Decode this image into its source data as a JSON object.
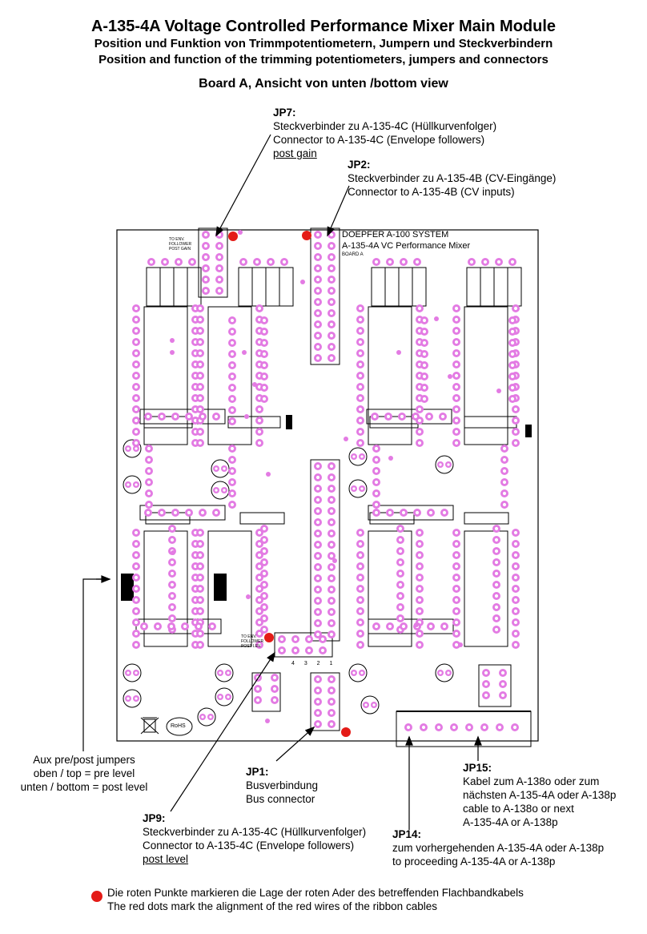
{
  "header": {
    "title": "A-135-4A Voltage Controlled Performance Mixer Main Module",
    "subtitle_de": "Position und Funktion von Trimmpotentiometern, Jumpern und Steckverbindern",
    "subtitle_en": "Position and function of the trimming potentiometers, jumpers and connectors",
    "view": "Board A, Ansicht von unten /bottom view"
  },
  "board": {
    "brand": "DOEPFER A-100 SYSTEM",
    "model": "A-135-4A VC Performance Mixer",
    "board_label": "BOARD A",
    "silk_top": [
      "TO ENV.",
      "FOLLOWER",
      "POST GAIN"
    ],
    "silk_bottom": [
      "TO ENV.",
      "FOLLOWER",
      "POST LEV."
    ],
    "jp9_pins": "4 3 2 1",
    "rohs": "RoHS"
  },
  "annotations": {
    "jp7": {
      "name": "JP7:",
      "line1": "Steckverbinder zu A-135-4C (Hüllkurvenfolger)",
      "line2": "Connector to A-135-4C (Envelope followers)",
      "line3": "post gain"
    },
    "jp2": {
      "name": "JP2:",
      "line1": "Steckverbinder zu A-135-4B (CV-Eingänge)",
      "line2": "Connector to A-135-4B (CV inputs)"
    },
    "aux": {
      "line1": "Aux pre/post  jumpers",
      "line2": "oben / top = pre level",
      "line3": "unten / bottom = post level"
    },
    "jp1": {
      "name": "JP1:",
      "line1": "Busverbindung",
      "line2": "Bus connector"
    },
    "jp15": {
      "name": "JP15:",
      "line1": "Kabel zum A-138o oder zum",
      "line2": "nächsten A-135-4A oder A-138p",
      "line3": "cable to A-138o or next",
      "line4": "A-135-4A or A-138p"
    },
    "jp9": {
      "name": "JP9:",
      "line1": "Steckverbinder zu A-135-4C (Hüllkurvenfolger)",
      "line2": "Connector to A-135-4C (Envelope followers)",
      "line3": "post level"
    },
    "jp14": {
      "name": "JP14:",
      "line1": "zum vorhergehenden A-135-4A oder A-138p",
      "line2": "to proceeding A-135-4A or A-138p"
    }
  },
  "legend": {
    "line1": "Die roten Punkte markieren die Lage der roten Ader des betreffenden Flachbandkabels",
    "line2": "The red dots mark the alignment of the red wires of the ribbon cables"
  },
  "colors": {
    "pad": "#e37be3",
    "red_marker": "#e41b17",
    "ink": "#000000"
  }
}
